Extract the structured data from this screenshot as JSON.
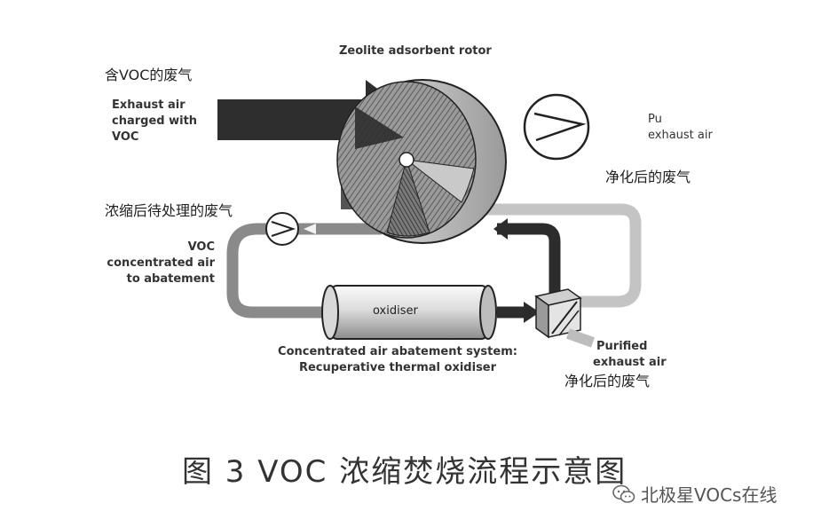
{
  "title": "Zeolite adsorbent rotor",
  "labels": {
    "inlet_cn": "含VOC的废气",
    "inlet_en_1": "Exhaust air",
    "inlet_en_2": "charged with",
    "inlet_en_3": "VOC",
    "purified_top_en_1": "Pu",
    "purified_top_en_2": "exhaust air",
    "purified_top_cn": "净化后的废气",
    "concentrated_cn": "浓缩后待处理的废气",
    "concentrated_en_1": "VOC",
    "concentrated_en_2": "concentrated air",
    "concentrated_en_3": "to abatement",
    "oxidiser": "oxidiser",
    "system_1": "Concentrated air abatement system:",
    "system_2": "Recuperative thermal oxidiser",
    "purified_bottom_en_1": "Purified",
    "purified_bottom_en_2": "exhaust air",
    "purified_bottom_cn": "净化后的废气"
  },
  "caption": "图 3   VOC 浓缩焚烧流程示意图",
  "watermark": {
    "text": "北极星VOCs在线",
    "icon": "wechat-icon"
  },
  "colors": {
    "dark_flow": "#2a2a2a",
    "light_flow": "#b5b5b5",
    "mid_flow": "#6a6a6a"
  }
}
